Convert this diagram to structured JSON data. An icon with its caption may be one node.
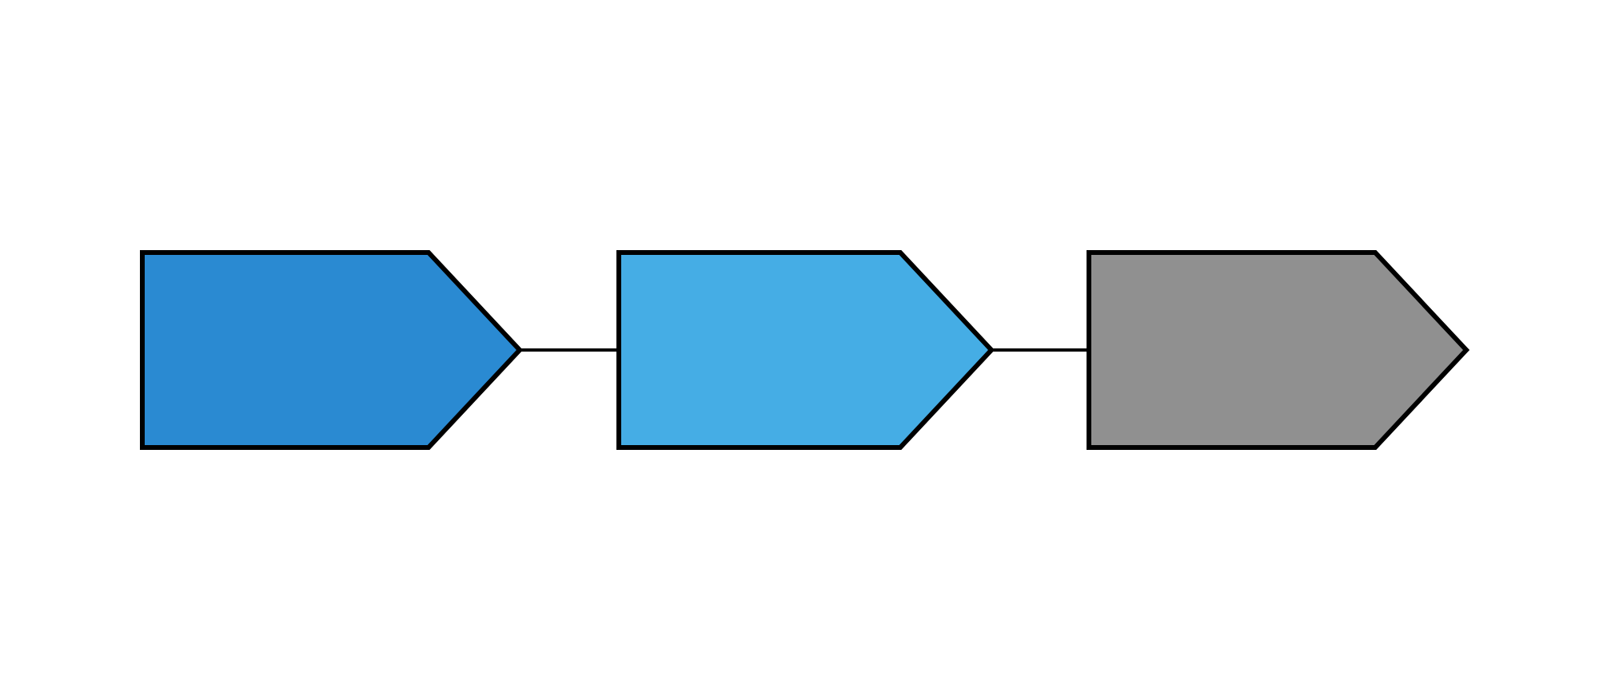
{
  "diagram": {
    "nodes": [
      {
        "text": [],
        "shape": "pentagon"
      },
      {
        "text": [],
        "shape": "pentagon"
      },
      {
        "text": [],
        "shape": "pentagon"
      }
    ],
    "edges": [
      {
        "from": 0,
        "to": 1,
        "arrow": "none"
      },
      {
        "from": 1,
        "to": 2,
        "arrow": "none"
      }
    ]
  }
}
